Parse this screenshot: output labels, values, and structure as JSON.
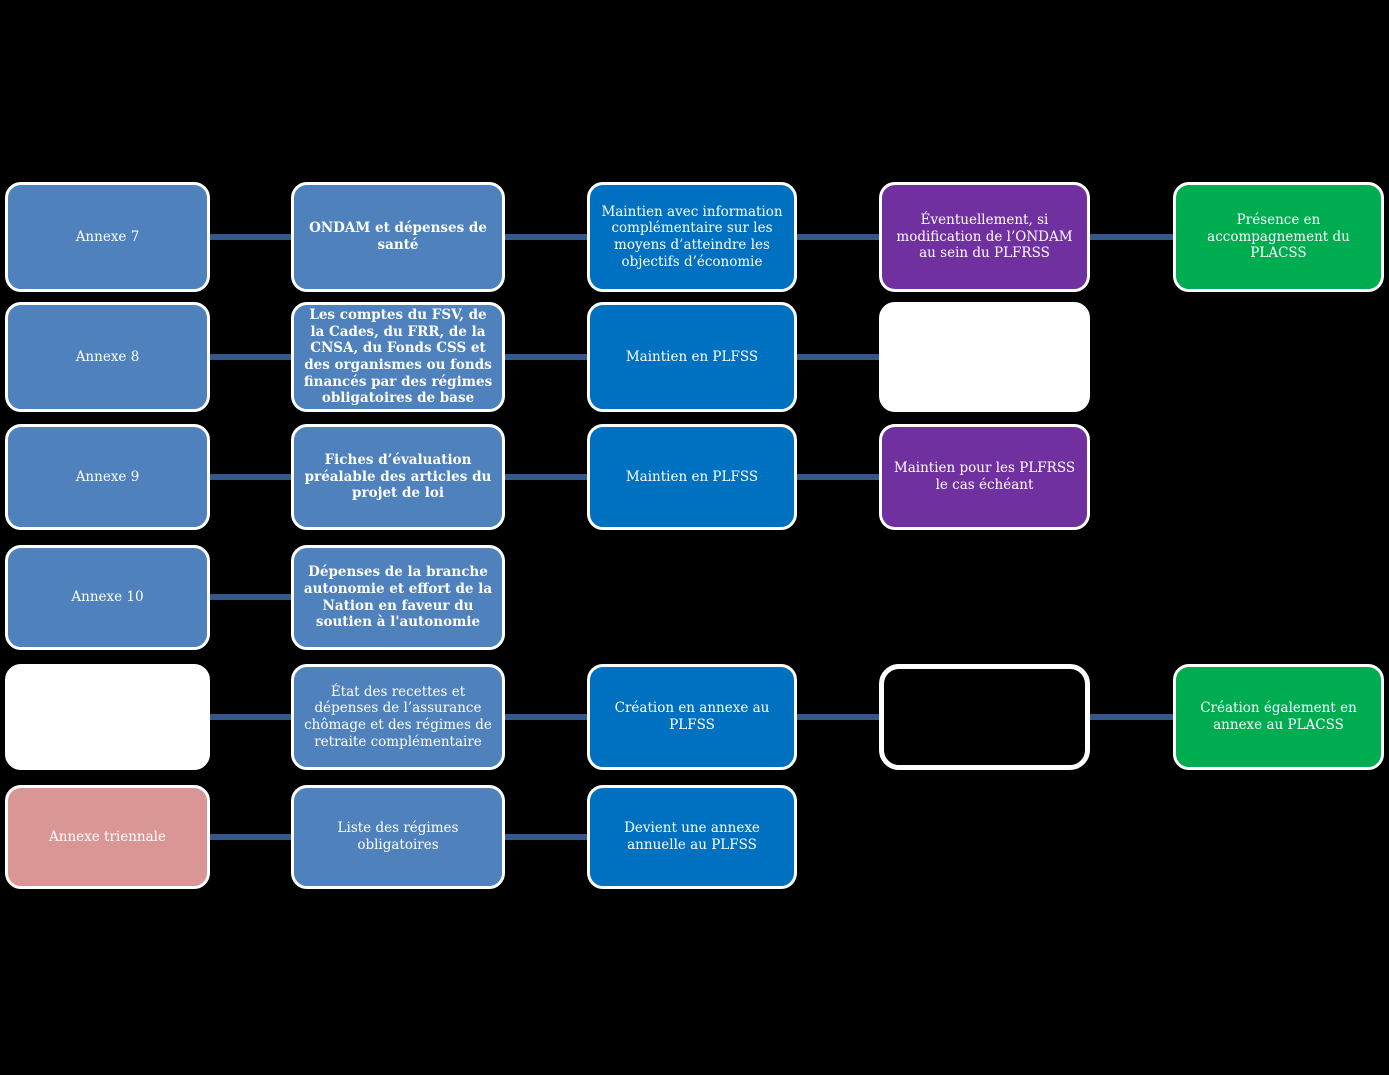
{
  "diagram": {
    "description": "Flow diagram of PLFSS annexes evolution (French social security finance bill annexes)",
    "background": "#000000",
    "colors": {
      "annex_light_blue": "#4F81BD",
      "status_dark_blue": "#0070C0",
      "conditional_purple": "#7030A0",
      "placss_green": "#00AC50",
      "triennial_pink": "#D99694",
      "empty_white": "#FFFFFF",
      "empty_black_outline": "#000000",
      "connector_blue": "#35588C",
      "box_border": "#FFFFFF",
      "text": "#FFFFFF"
    }
  },
  "rows": [
    {
      "boxes": [
        {
          "col": 1,
          "variant": "light-blue",
          "label": "Annexe 7"
        },
        {
          "col": 2,
          "variant": "light-blue",
          "label": "ONDAM et dépenses de santé"
        },
        {
          "col": 3,
          "variant": "dark-blue",
          "label": "Maintien  avec information complémentaire sur les moyens d’atteindre les objectifs d’économie"
        },
        {
          "col": 4,
          "variant": "purple",
          "label": "Éventuellement, si modification de l’ONDAM au sein du PLFRSS"
        },
        {
          "col": 5,
          "variant": "green",
          "label": "Présence en accompagnement du PLACSS"
        }
      ],
      "connections": [
        [
          1,
          2
        ],
        [
          2,
          3
        ],
        [
          3,
          4
        ],
        [
          4,
          5
        ]
      ]
    },
    {
      "boxes": [
        {
          "col": 1,
          "variant": "light-blue",
          "label": "Annexe 8"
        },
        {
          "col": 2,
          "variant": "light-blue",
          "label": "Les comptes du FSV, de la Cades, du FRR, de la CNSA, du Fonds CSS et des organismes ou fonds financés par des régimes obligatoires de base"
        },
        {
          "col": 3,
          "variant": "dark-blue",
          "label": "Maintien en PLFSS"
        },
        {
          "col": 4,
          "variant": "white",
          "label": ""
        }
      ],
      "connections": [
        [
          1,
          2
        ],
        [
          2,
          3
        ],
        [
          3,
          4
        ]
      ]
    },
    {
      "boxes": [
        {
          "col": 1,
          "variant": "light-blue",
          "label": "Annexe 9"
        },
        {
          "col": 2,
          "variant": "light-blue",
          "label": "Fiches d’évaluation préalable des articles du projet de loi"
        },
        {
          "col": 3,
          "variant": "dark-blue",
          "label": "Maintien en PLFSS"
        },
        {
          "col": 4,
          "variant": "purple",
          "label": "Maintien pour les PLFRSS le cas échéant"
        }
      ],
      "connections": [
        [
          1,
          2
        ],
        [
          2,
          3
        ],
        [
          3,
          4
        ]
      ]
    },
    {
      "boxes": [
        {
          "col": 1,
          "variant": "light-blue",
          "label": "Annexe 10"
        },
        {
          "col": 2,
          "variant": "light-blue",
          "label": "Dépenses de la branche autonomie et effort de la Nation en faveur du soutien à l'autonomie"
        }
      ],
      "connections": [
        [
          1,
          2
        ]
      ]
    },
    {
      "boxes": [
        {
          "col": 1,
          "variant": "white",
          "label": ""
        },
        {
          "col": 2,
          "variant": "light-blue",
          "label": "État des recettes et dépenses de l’assurance chômage et des régimes de retraite complémentaire"
        },
        {
          "col": 3,
          "variant": "dark-blue",
          "label": "Création en annexe au PLFSS"
        },
        {
          "col": 4,
          "variant": "black-outline",
          "label": ""
        },
        {
          "col": 5,
          "variant": "green",
          "label": "Création également en annexe au PLACSS"
        }
      ],
      "connections": [
        [
          1,
          2
        ],
        [
          2,
          3
        ],
        [
          3,
          4
        ],
        [
          4,
          5
        ]
      ]
    },
    {
      "boxes": [
        {
          "col": 1,
          "variant": "pink",
          "label": "Annexe triennale"
        },
        {
          "col": 2,
          "variant": "light-blue",
          "label": "Liste des régimes obligatoires"
        },
        {
          "col": 3,
          "variant": "dark-blue",
          "label": "Devient une annexe annuelle au PLFSS"
        }
      ],
      "connections": [
        [
          1,
          2
        ],
        [
          2,
          3
        ]
      ]
    }
  ]
}
